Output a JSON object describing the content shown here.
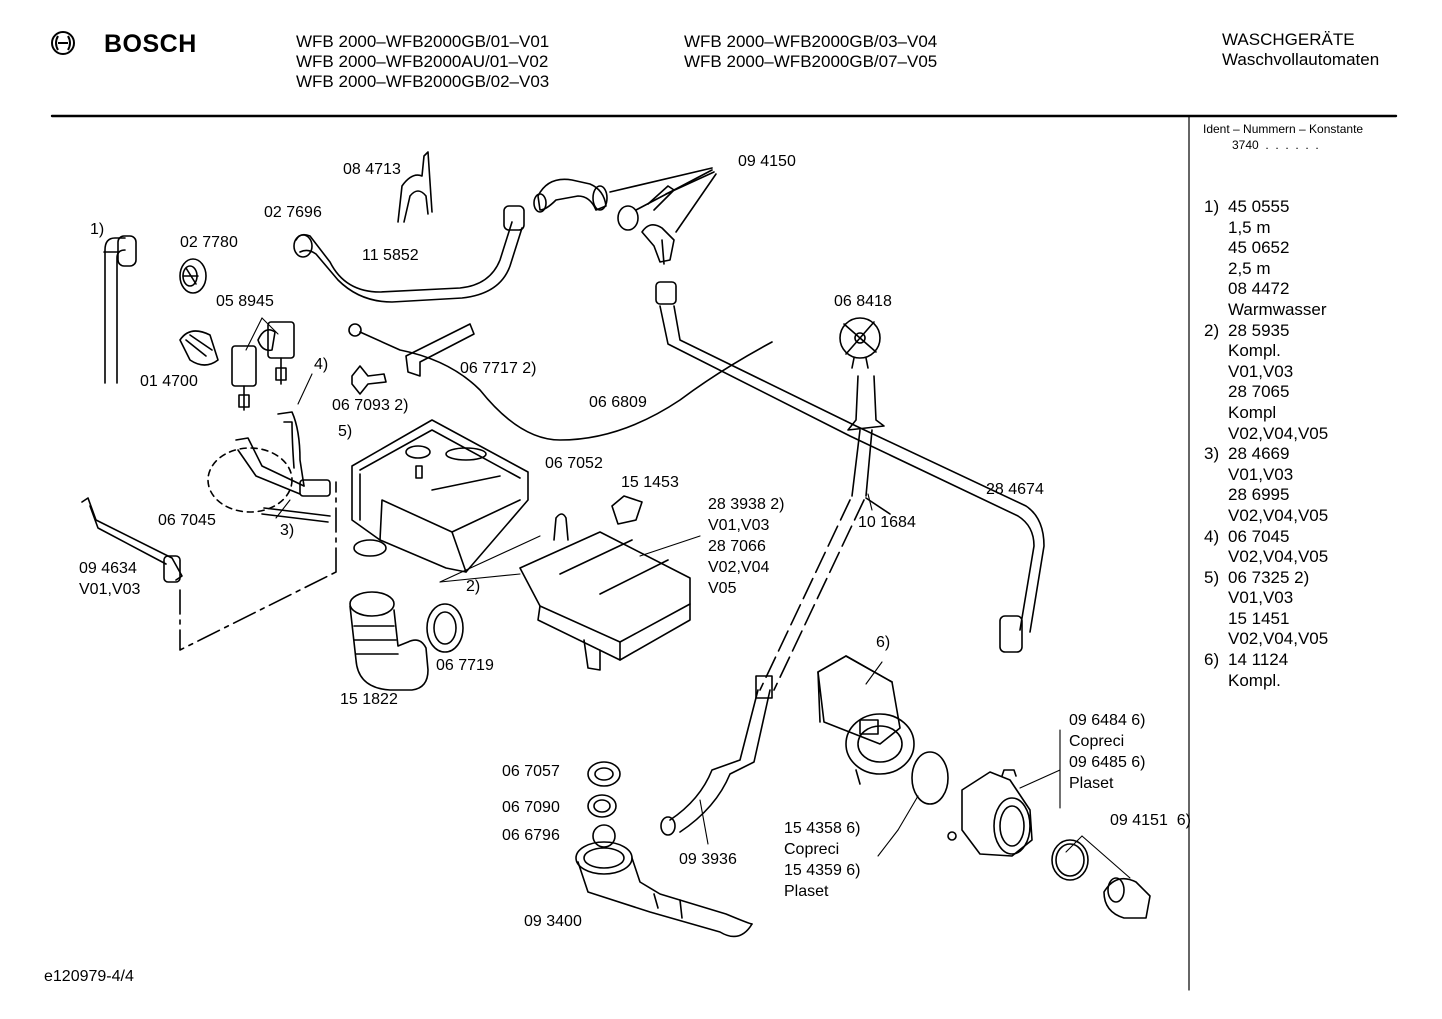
{
  "header": {
    "brand": "BOSCH",
    "models_col1": [
      "WFB 2000–WFB2000GB/01–V01",
      "WFB 2000–WFB2000AU/01–V02",
      "WFB 2000–WFB2000GB/02–V03"
    ],
    "models_col2": [
      "WFB 2000–WFB2000GB/03–V04",
      "WFB 2000–WFB2000GB/07–V05"
    ],
    "category_line1": "WASCHGERÄTE",
    "category_line2": "Waschvollautomaten"
  },
  "ident": {
    "title": "Ident – Nummern – Konstante",
    "value": "3740  .  .  .  .  .  ."
  },
  "notes": [
    {
      "label": "1)",
      "text": "45 0555"
    },
    {
      "label": "",
      "text": "1,5 m"
    },
    {
      "label": "",
      "text": "45 0652"
    },
    {
      "label": "",
      "text": "2,5 m"
    },
    {
      "label": "",
      "text": "08 4472"
    },
    {
      "label": "",
      "text": "Warmwasser"
    },
    {
      "label": "2)",
      "text": "28 5935"
    },
    {
      "label": "",
      "text": "Kompl."
    },
    {
      "label": "",
      "text": "V01,V03"
    },
    {
      "label": "",
      "text": "28 7065"
    },
    {
      "label": "",
      "text": "Kompl"
    },
    {
      "label": "",
      "text": "V02,V04,V05"
    },
    {
      "label": "3)",
      "text": "28 4669"
    },
    {
      "label": "",
      "text": "V01,V03"
    },
    {
      "label": "",
      "text": "28 6995"
    },
    {
      "label": "",
      "text": "V02,V04,V05"
    },
    {
      "label": "4)",
      "text": "06 7045"
    },
    {
      "label": "",
      "text": "V02,V04,V05"
    },
    {
      "label": "5)",
      "text": "06 7325 2)"
    },
    {
      "label": "",
      "text": "V01,V03"
    },
    {
      "label": "",
      "text": "15 1451"
    },
    {
      "label": "",
      "text": "V02,V04,V05"
    },
    {
      "label": "6)",
      "text": "14 1124"
    },
    {
      "label": "",
      "text": "Kompl."
    }
  ],
  "parts": {
    "p084713": "08 4713",
    "p094150": "09 4150",
    "p027696": "02 7696",
    "p115852": "11 5852",
    "p027780": "02 7780",
    "n1": "1)",
    "p058945": "05 8945",
    "p014700": "01 4700",
    "n4": "4)",
    "p067717": "06 7717 2)",
    "p068418": "06 8418",
    "p066809": "06 6809",
    "p067093": "06 7093 2)",
    "n5": "5)",
    "p067052": "06 7052",
    "p151453": "15 1453",
    "p283938": "28 3938 2)",
    "v0103a": "V01,V03",
    "p287066": "28 7066",
    "v0204": "V02,V04",
    "v05": "V05",
    "p067045": "06 7045",
    "n3": "3)",
    "n2": "2)",
    "p094634": "09 4634",
    "v0103b": "V01,V03",
    "p101684": "10 1684",
    "p284674": "28 4674",
    "p067719": "06 7719",
    "p151822": "15 1822",
    "n6": "6)",
    "p096484": "09 6484 6)",
    "copreci1": "Copreci",
    "p096485": "09 6485 6)",
    "plaset1": "Plaset",
    "p067057": "06 7057",
    "p067090": "06 7090",
    "p066796": "06 6796",
    "p093936": "09 3936",
    "p154358": "15 4358 6)",
    "copreci2": "Copreci",
    "p154359": "15 4359 6)",
    "plaset2": "Plaset",
    "p094151": "09 4151  6)",
    "p093400": "09 3400"
  },
  "footer": {
    "code": "e120979-4/4"
  }
}
